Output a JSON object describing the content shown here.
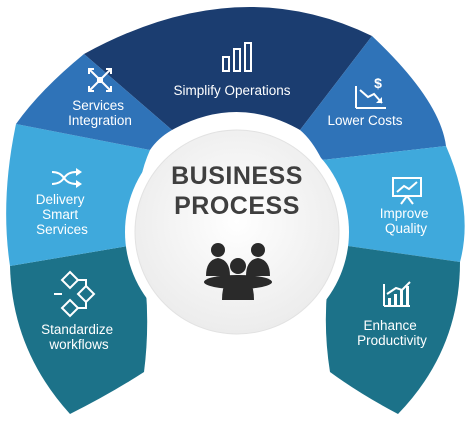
{
  "center": {
    "title_line1": "BUSINESS",
    "title_line2": "PROCESS",
    "icon": "business-meeting-icon"
  },
  "segments": [
    {
      "id": "simplify",
      "lines": [
        "Simplify Operations"
      ],
      "icon": "bar-chart-blocks-icon",
      "color": "#1b3d70"
    },
    {
      "id": "lower-costs",
      "lines": [
        "Lower Costs"
      ],
      "icon": "declining-cost-chart-icon",
      "color": "#2f73b8"
    },
    {
      "id": "improve-quality",
      "lines": [
        "Improve",
        "Quality"
      ],
      "icon": "presentation-board-icon",
      "color": "#3fa9dc"
    },
    {
      "id": "enhance-productivity",
      "lines": [
        "Enhance",
        "Productivity"
      ],
      "icon": "growth-chart-icon",
      "color": "#1c7289"
    },
    {
      "id": "standardize-workflows",
      "lines": [
        "Standardize",
        "workflows"
      ],
      "icon": "workflow-diagram-icon",
      "color": "#1c7289"
    },
    {
      "id": "delivery-smart-services",
      "lines": [
        "Delivery",
        "Smart",
        "Services"
      ],
      "icon": "shuffle-arrows-icon",
      "color": "#3fa9dc"
    },
    {
      "id": "services-integration",
      "lines": [
        "Services",
        "Integration"
      ],
      "icon": "integration-arrows-icon",
      "color": "#2f73b8"
    }
  ]
}
